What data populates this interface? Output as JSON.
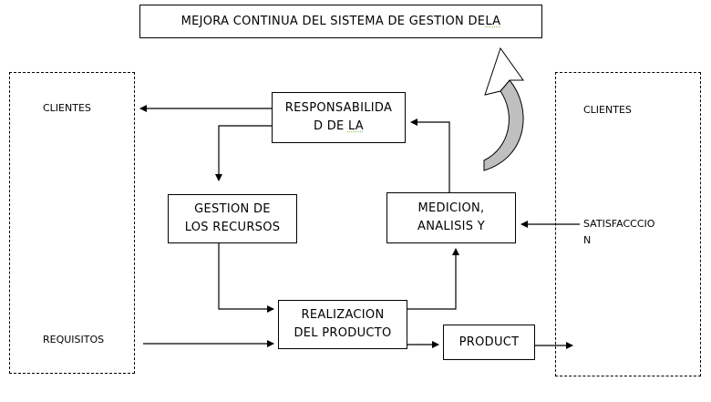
{
  "title": {
    "text": "MEJORA CONTINUA DEL SISTEMA DE GESTION DE ",
    "tail": "LA"
  },
  "left_panel": {
    "clientes": "CLIENTES",
    "requisitos": "REQUISITOS"
  },
  "right_panel": {
    "clientes": "CLIENTES",
    "satisfaccion_1": "SATISFACCCIO",
    "satisfaccion_2": "N"
  },
  "boxes": {
    "responsabilidad_1": "RESPONSABILIDA",
    "responsabilidad_2": "D DE ",
    "responsabilidad_tail": "LA",
    "gestion_1": "GESTION DE",
    "gestion_2": "LOS RECURSOS",
    "medicion_1": "MEDICION,",
    "medicion_2": "ANALISIS Y",
    "realizacion_1": "REALIZACION",
    "realizacion_2": "DEL PRODUCTO",
    "product": "PRODUCT"
  }
}
